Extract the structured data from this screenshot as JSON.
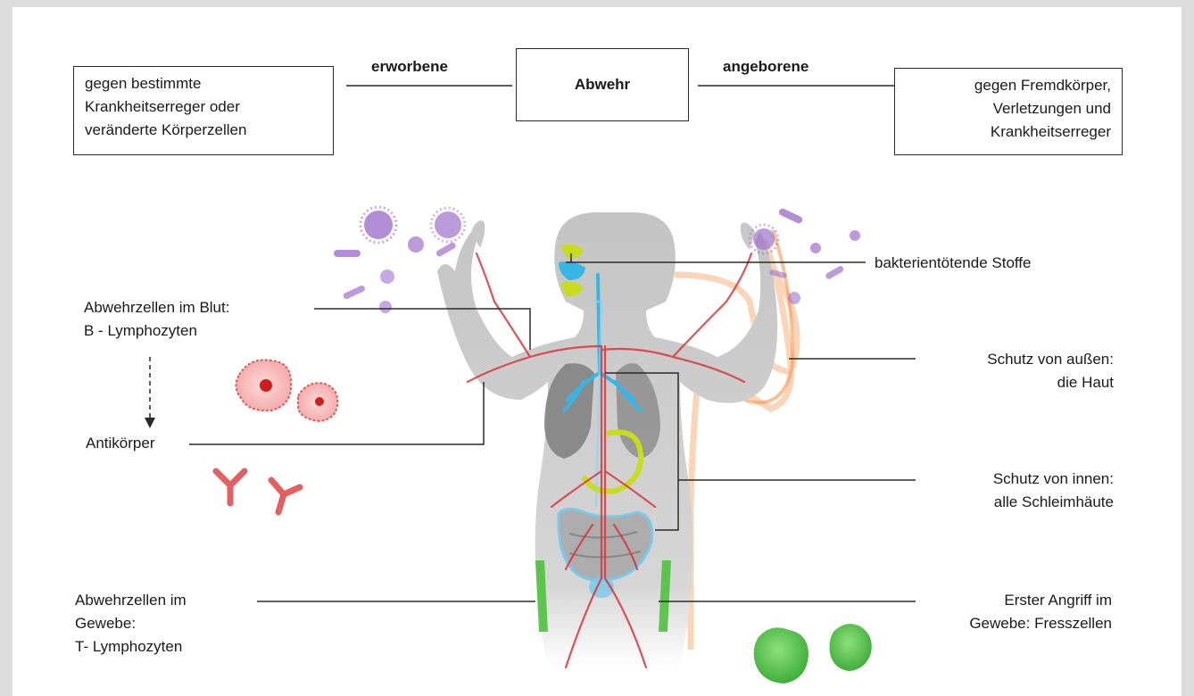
{
  "top": {
    "center_box": "Abwehr",
    "left_connector": "erworbene",
    "right_connector": "angeborene",
    "left_box_lines": [
      "gegen bestimmte",
      "Krankheitserreger oder",
      "veränderte Körperzellen"
    ],
    "right_box_lines": [
      "gegen Fremdkörper,",
      "Verletzungen und",
      "Krankheitserreger"
    ]
  },
  "left_labels": {
    "blood_cells": [
      "Abwehrzellen im Blut:",
      "B - Lymphozyten"
    ],
    "antibodies": "Antikörper",
    "tissue_cells": [
      "Abwehrzellen im",
      "Gewebe:",
      "T- Lymphozyten"
    ]
  },
  "right_labels": {
    "bactericidal": "bakterientötende Stoffe",
    "skin": [
      "Schutz von außen:",
      "die Haut"
    ],
    "mucosa": [
      "Schutz von innen:",
      "alle Schleimhäute"
    ],
    "phagocytes": [
      "Erster Angriff im",
      "Gewebe: Fresszellen"
    ]
  },
  "colors": {
    "artery_red": "#d8363a",
    "airway_blue": "#35b6e6",
    "mucus_yellow": "#c8dc1e",
    "tissue_green": "#4fc23e",
    "skin_orange": "#f49a55",
    "germ_purple": "#a070cc",
    "body_gray": "#bdbdbd"
  },
  "icons": [
    "virus-icon",
    "bacterium-icon",
    "lymphocyte-icon",
    "antibody-icon",
    "phagocyte-icon"
  ]
}
